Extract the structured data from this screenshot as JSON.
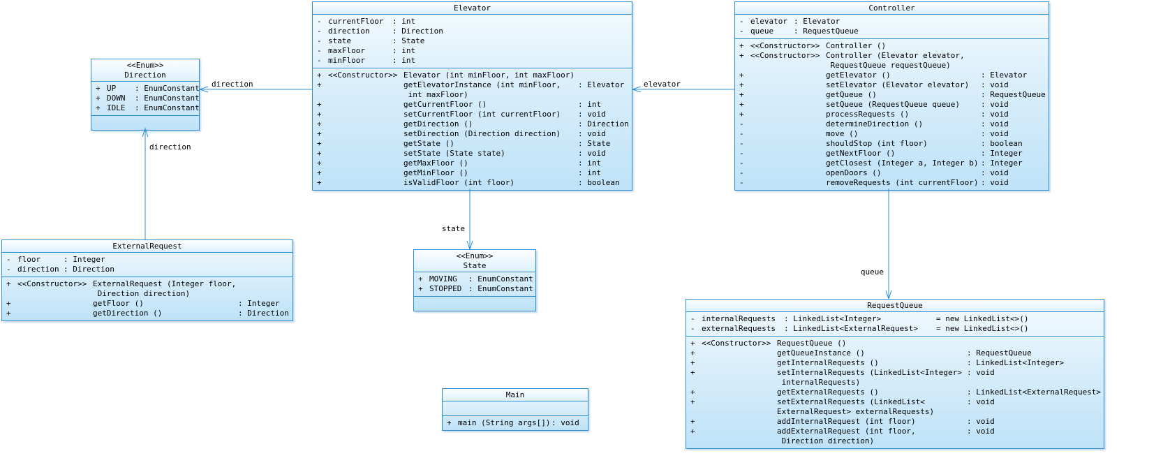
{
  "diagram": {
    "colors": {
      "border": "#2b8fd0",
      "fill_top": "#f4fbfe",
      "fill_bottom": "#bfe2f8",
      "text": "#000000"
    },
    "classes": [
      {
        "id": "elevator",
        "stereotype": "",
        "title": "Elevator",
        "attributes": [
          {
            "v": "-",
            "name": "currentFloor",
            "type": ": int"
          },
          {
            "v": "-",
            "name": "direction",
            "type": ": Direction"
          },
          {
            "v": "-",
            "name": "state",
            "type": ": State"
          },
          {
            "v": "-",
            "name": "maxFloor",
            "type": ": int"
          },
          {
            "v": "-",
            "name": "minFloor",
            "type": ": int"
          }
        ],
        "methods": [
          {
            "v": "+",
            "ctor": "<<Constructor>>",
            "sig": "Elevator (int minFloor, int maxFloor)",
            "ret": ""
          },
          {
            "v": "+",
            "ctor": "",
            "sig": "getElevatorInstance (int minFloor,\n int maxFloor)",
            "ret": ": Elevator"
          },
          {
            "v": "+",
            "ctor": "",
            "sig": "getCurrentFloor ()",
            "ret": ": int"
          },
          {
            "v": "+",
            "ctor": "",
            "sig": "setCurrentFloor (int currentFloor)",
            "ret": ": void"
          },
          {
            "v": "+",
            "ctor": "",
            "sig": "getDirection ()",
            "ret": ": Direction"
          },
          {
            "v": "+",
            "ctor": "",
            "sig": "setDirection (Direction direction)",
            "ret": ": void"
          },
          {
            "v": "+",
            "ctor": "",
            "sig": "getState ()",
            "ret": ": State"
          },
          {
            "v": "+",
            "ctor": "",
            "sig": "setState (State state)",
            "ret": ": void"
          },
          {
            "v": "+",
            "ctor": "",
            "sig": "getMaxFloor ()",
            "ret": ": int"
          },
          {
            "v": "+",
            "ctor": "",
            "sig": "getMinFloor ()",
            "ret": ": int"
          },
          {
            "v": "+",
            "ctor": "",
            "sig": "isValidFloor (int floor)",
            "ret": ": boolean"
          }
        ]
      },
      {
        "id": "controller",
        "stereotype": "",
        "title": "Controller",
        "attributes": [
          {
            "v": "-",
            "name": "elevator",
            "type": ": Elevator"
          },
          {
            "v": "-",
            "name": "queue",
            "type": ": RequestQueue"
          }
        ],
        "methods": [
          {
            "v": "+",
            "ctor": "<<Constructor>>",
            "sig": "Controller ()",
            "ret": ""
          },
          {
            "v": "+",
            "ctor": "<<Constructor>>",
            "sig": "Controller (Elevator elevator,\n RequestQueue requestQueue)",
            "ret": ""
          },
          {
            "v": "+",
            "ctor": "",
            "sig": "getElevator ()",
            "ret": ": Elevator"
          },
          {
            "v": "+",
            "ctor": "",
            "sig": "setElevator (Elevator elevator)",
            "ret": ": void"
          },
          {
            "v": "+",
            "ctor": "",
            "sig": "getQueue ()",
            "ret": ": RequestQueue"
          },
          {
            "v": "+",
            "ctor": "",
            "sig": "setQueue (RequestQueue queue)",
            "ret": ": void"
          },
          {
            "v": "+",
            "ctor": "",
            "sig": "processRequests ()",
            "ret": ": void"
          },
          {
            "v": "-",
            "ctor": "",
            "sig": "determineDirection ()",
            "ret": ": void"
          },
          {
            "v": "-",
            "ctor": "",
            "sig": "move ()",
            "ret": ": void"
          },
          {
            "v": "-",
            "ctor": "",
            "sig": "shouldStop (int floor)",
            "ret": ": boolean"
          },
          {
            "v": "-",
            "ctor": "",
            "sig": "getNextFloor ()",
            "ret": ": Integer"
          },
          {
            "v": "-",
            "ctor": "",
            "sig": "getClosest (Integer a, Integer b)",
            "ret": ": Integer"
          },
          {
            "v": "-",
            "ctor": "",
            "sig": "openDoors ()",
            "ret": ": void"
          },
          {
            "v": "-",
            "ctor": "",
            "sig": "removeRequests (int currentFloor)",
            "ret": ": void"
          }
        ]
      },
      {
        "id": "direction",
        "stereotype": "<<Enum>>",
        "title": "Direction",
        "attributes": [
          {
            "v": "+",
            "name": "UP",
            "type": ": EnumConstant"
          },
          {
            "v": "+",
            "name": "DOWN",
            "type": ": EnumConstant"
          },
          {
            "v": "+",
            "name": "IDLE",
            "type": ": EnumConstant"
          }
        ],
        "methods": []
      },
      {
        "id": "state",
        "stereotype": "<<Enum>>",
        "title": "State",
        "attributes": [
          {
            "v": "+",
            "name": "MOVING",
            "type": ": EnumConstant"
          },
          {
            "v": "+",
            "name": "STOPPED",
            "type": ": EnumConstant"
          }
        ],
        "methods": []
      },
      {
        "id": "external-request",
        "stereotype": "",
        "title": "ExternalRequest",
        "attributes": [
          {
            "v": "-",
            "name": "floor",
            "type": ": Integer"
          },
          {
            "v": "-",
            "name": "direction",
            "type": ": Direction"
          }
        ],
        "methods": [
          {
            "v": "+",
            "ctor": "<<Constructor>>",
            "sig": "ExternalRequest (Integer floor,\n Direction direction)",
            "ret": ""
          },
          {
            "v": "+",
            "ctor": "",
            "sig": "getFloor ()",
            "ret": ": Integer"
          },
          {
            "v": "+",
            "ctor": "",
            "sig": "getDirection ()",
            "ret": ": Direction"
          }
        ]
      },
      {
        "id": "main",
        "stereotype": "",
        "title": "Main",
        "attributes": [],
        "methods": [
          {
            "v": "+",
            "ctor": "",
            "sig": "main (String args[])",
            "ret": ": void"
          }
        ]
      },
      {
        "id": "request-queue",
        "stereotype": "",
        "title": "RequestQueue",
        "attributes": [
          {
            "v": "-",
            "name": "internalRequests",
            "type": ": LinkedList<Integer>",
            "init": "= new LinkedList<>()"
          },
          {
            "v": "-",
            "name": "externalRequests",
            "type": ": LinkedList<ExternalRequest>",
            "init": "= new LinkedList<>()"
          }
        ],
        "methods": [
          {
            "v": "+",
            "ctor": "<<Constructor>>",
            "sig": "RequestQueue ()",
            "ret": ""
          },
          {
            "v": "+",
            "ctor": "",
            "sig": "getQueueInstance ()",
            "ret": ": RequestQueue"
          },
          {
            "v": "+",
            "ctor": "",
            "sig": "getInternalRequests ()",
            "ret": ": LinkedList<Integer>"
          },
          {
            "v": "+",
            "ctor": "",
            "sig": "setInternalRequests (LinkedList<Integer>\n internalRequests)",
            "ret": ": void"
          },
          {
            "v": "+",
            "ctor": "",
            "sig": "getExternalRequests ()",
            "ret": ": LinkedList<ExternalRequest>"
          },
          {
            "v": "+",
            "ctor": "",
            "sig": "setExternalRequests (LinkedList<\nExternalRequest> externalRequests)",
            "ret": ": void"
          },
          {
            "v": "+",
            "ctor": "",
            "sig": "addInternalRequest (int floor)",
            "ret": ": void"
          },
          {
            "v": "+",
            "ctor": "",
            "sig": "addExternalRequest (int floor,\n Direction direction)",
            "ret": ": void"
          }
        ]
      }
    ],
    "relationships": [
      {
        "id": "elevator-to-direction",
        "label": "direction"
      },
      {
        "id": "externalrequest-to-direction",
        "label": "direction"
      },
      {
        "id": "controller-to-elevator",
        "label": "elevator"
      },
      {
        "id": "elevator-to-state",
        "label": "state"
      },
      {
        "id": "controller-to-requestqueue",
        "label": "queue"
      }
    ]
  }
}
